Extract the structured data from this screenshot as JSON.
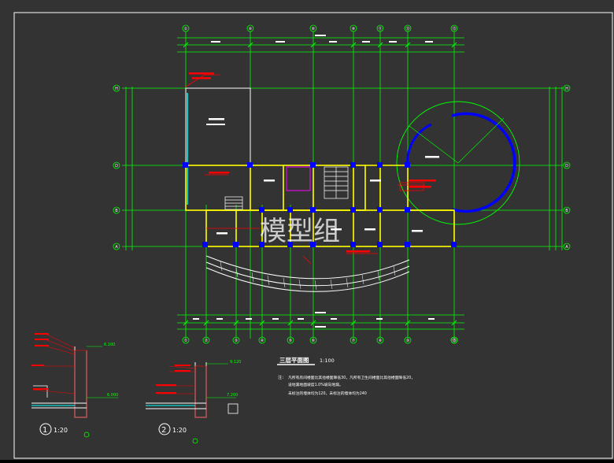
{
  "colors": {
    "background": "#333333",
    "sheet_border": "#ffffff",
    "wall": "#ffff00",
    "dimension": "#00ff00",
    "annotation": "#ff0000",
    "column": "#0000ff",
    "text": "#ffffff",
    "cyan": "#00ffff",
    "magenta": "#ff00ff"
  },
  "grid_top": [
    "①",
    "④",
    "⑥",
    "⑧",
    "⑪",
    "⑬",
    "⑮"
  ],
  "grid_bottom": [
    "①",
    "②",
    "③",
    "④",
    "⑤",
    "⑥",
    "⑦",
    "⑧",
    "⑩",
    "⑬",
    "⑮"
  ],
  "grid_left": [
    "H",
    "D",
    "B",
    "A"
  ],
  "plan": {
    "title": "三层平面图",
    "scale": "1:100",
    "watermark": "模型组"
  },
  "notes": {
    "label": "注：",
    "lines": [
      "凡所有房间楼面比其他楼面降低30，凡所有卫生间楼面比其他楼面降低20，",
      "设地漏地面坡度1.0%坡向地漏。",
      "未标注的墙体均为120，未标注的墙体均为240"
    ]
  },
  "details": [
    {
      "id": "detail-1",
      "number": "1",
      "scale": "1:20",
      "levels": [
        "6.100",
        "6.000"
      ]
    },
    {
      "id": "detail-2",
      "number": "2",
      "scale": "1:20",
      "levels": [
        "9.120",
        "7.200"
      ]
    }
  ]
}
